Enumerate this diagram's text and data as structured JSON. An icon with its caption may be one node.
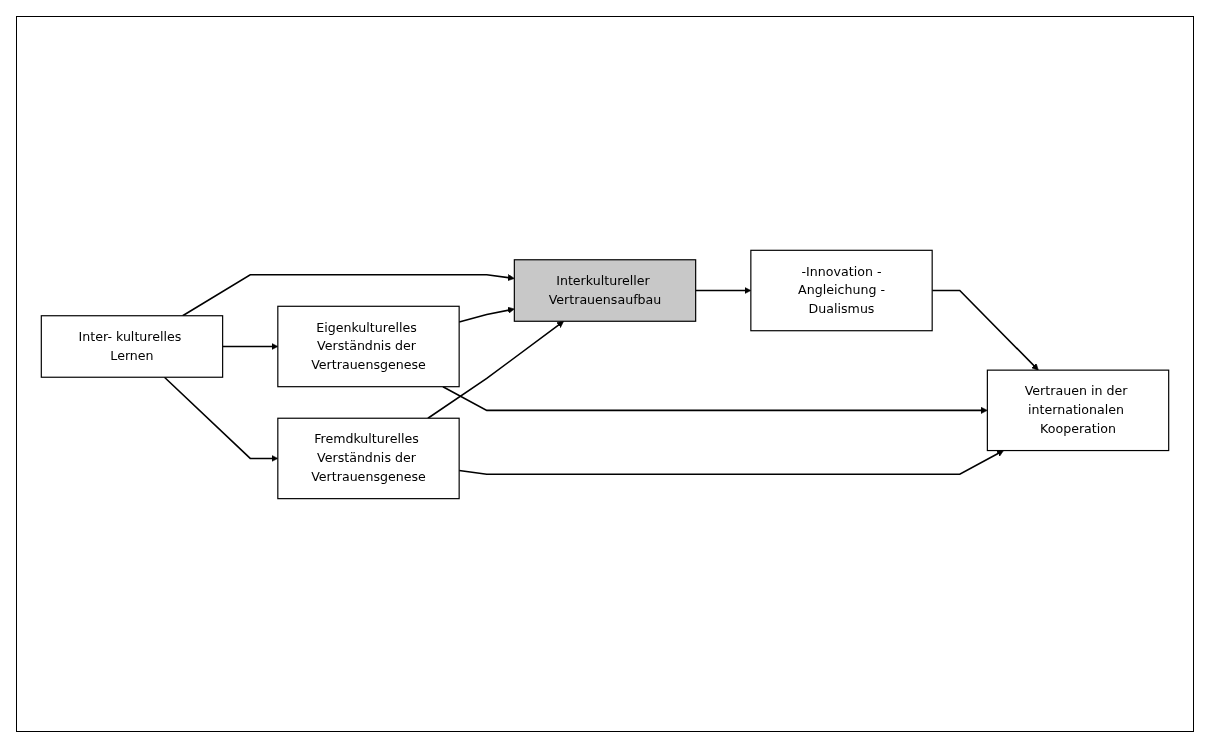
{
  "diagram": {
    "nodes": [
      {
        "text": [
          "Eigenkulturelles Verständnis der Vertrauensgenese"
        ]
      },
      {
        "text": [
          "Inter- kulturelles Lernen"
        ]
      },
      {
        "text": [
          "Fremdkulturelles Verständnis der Vertrauensgenese"
        ]
      },
      {
        "text": [
          "Interkultureller Vertrauensaufbau"
        ]
      },
      {
        "text": [
          "-Innovation -Angleichung -Dualismus"
        ]
      },
      {
        "text": [
          "Vertrauen in der internationalen Kooperation"
        ]
      }
    ],
    "edges": [
      {
        "from": 1,
        "to": 0,
        "arrow": "to"
      },
      {
        "from": 1,
        "to": 2,
        "arrow": "to"
      },
      {
        "from": 1,
        "to": 3,
        "arrow": "to"
      },
      {
        "from": 0,
        "to": 3,
        "arrow": "to"
      },
      {
        "from": 2,
        "to": 3,
        "arrow": "to"
      },
      {
        "from": 3,
        "to": 4,
        "arrow": "to"
      },
      {
        "from": 4,
        "to": 5,
        "arrow": "to"
      },
      {
        "from": 0,
        "to": 5,
        "arrow": "to"
      },
      {
        "from": 2,
        "to": 5,
        "arrow": "to"
      }
    ]
  }
}
